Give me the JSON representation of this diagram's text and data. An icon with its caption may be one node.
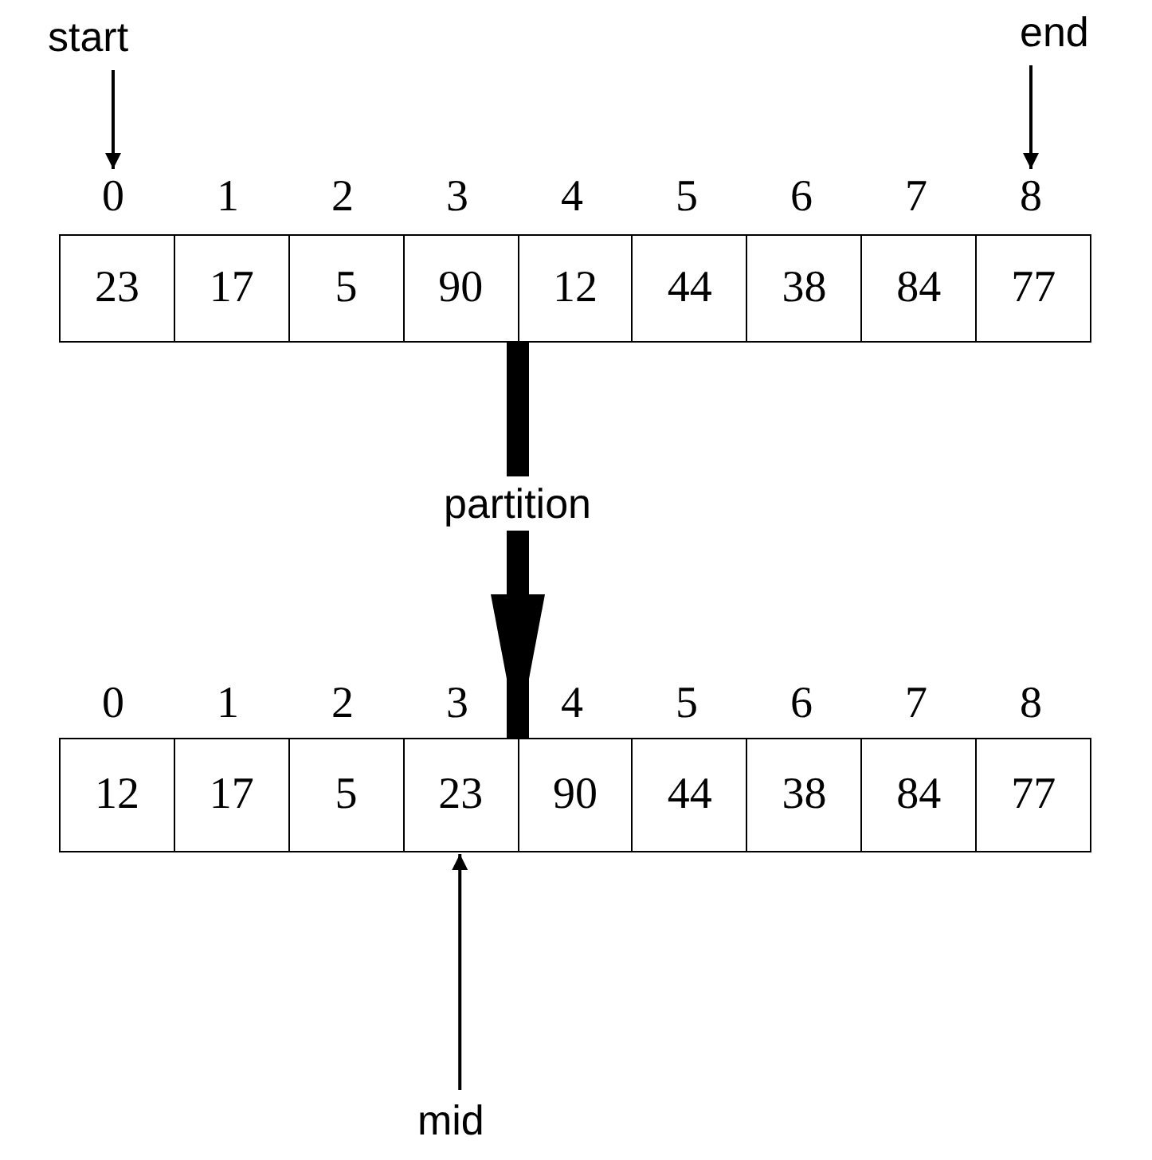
{
  "diagram": {
    "nodes": [
      {
        "text": [
          "start"
        ]
      },
      {
        "text": [
          "end"
        ]
      },
      {
        "text": [
          "0"
        ]
      },
      {
        "text": [
          "8"
        ]
      },
      {
        "text": [],
        "shape": "box"
      },
      {
        "text": [
          "23"
        ],
        "in": 4
      },
      {
        "text": [
          "17"
        ],
        "in": 4
      },
      {
        "text": [
          "5"
        ],
        "in": 4
      },
      {
        "text": [
          "90"
        ],
        "in": 4
      },
      {
        "text": [
          "12"
        ],
        "in": 4
      },
      {
        "text": [
          "44"
        ],
        "in": 4
      },
      {
        "text": [
          "38"
        ],
        "in": 4
      },
      {
        "text": [
          "84"
        ],
        "in": 4
      },
      {
        "text": [
          "77"
        ],
        "in": 4
      },
      {
        "text": [],
        "shape": "box"
      },
      {
        "text": [
          "12"
        ],
        "in": 14
      },
      {
        "text": [
          "17"
        ],
        "in": 14
      },
      {
        "text": [
          "5"
        ],
        "in": 14
      },
      {
        "text": [
          "23"
        ],
        "in": 14
      },
      {
        "text": [
          "90"
        ],
        "in": 14
      },
      {
        "text": [
          "44"
        ],
        "in": 14
      },
      {
        "text": [
          "38"
        ],
        "in": 14
      },
      {
        "text": [
          "84"
        ],
        "in": 14
      },
      {
        "text": [
          "77"
        ],
        "in": 14
      },
      {
        "text": [
          "mid"
        ]
      }
    ],
    "edges": [
      {
        "from": 0,
        "to": 2,
        "arrow": "to"
      },
      {
        "from": 1,
        "to": 3,
        "arrow": "to"
      },
      {
        "from": 4,
        "to": 14,
        "arrow": "to",
        "label": "partition",
        "style": "thick"
      },
      {
        "from": 24,
        "to": 18,
        "arrow": "to"
      }
    ],
    "labels": [
      "1",
      "2",
      "3",
      "4",
      "5",
      "6",
      "7",
      "0",
      "1",
      "2",
      "3",
      "4",
      "5",
      "6",
      "7",
      "8"
    ]
  }
}
